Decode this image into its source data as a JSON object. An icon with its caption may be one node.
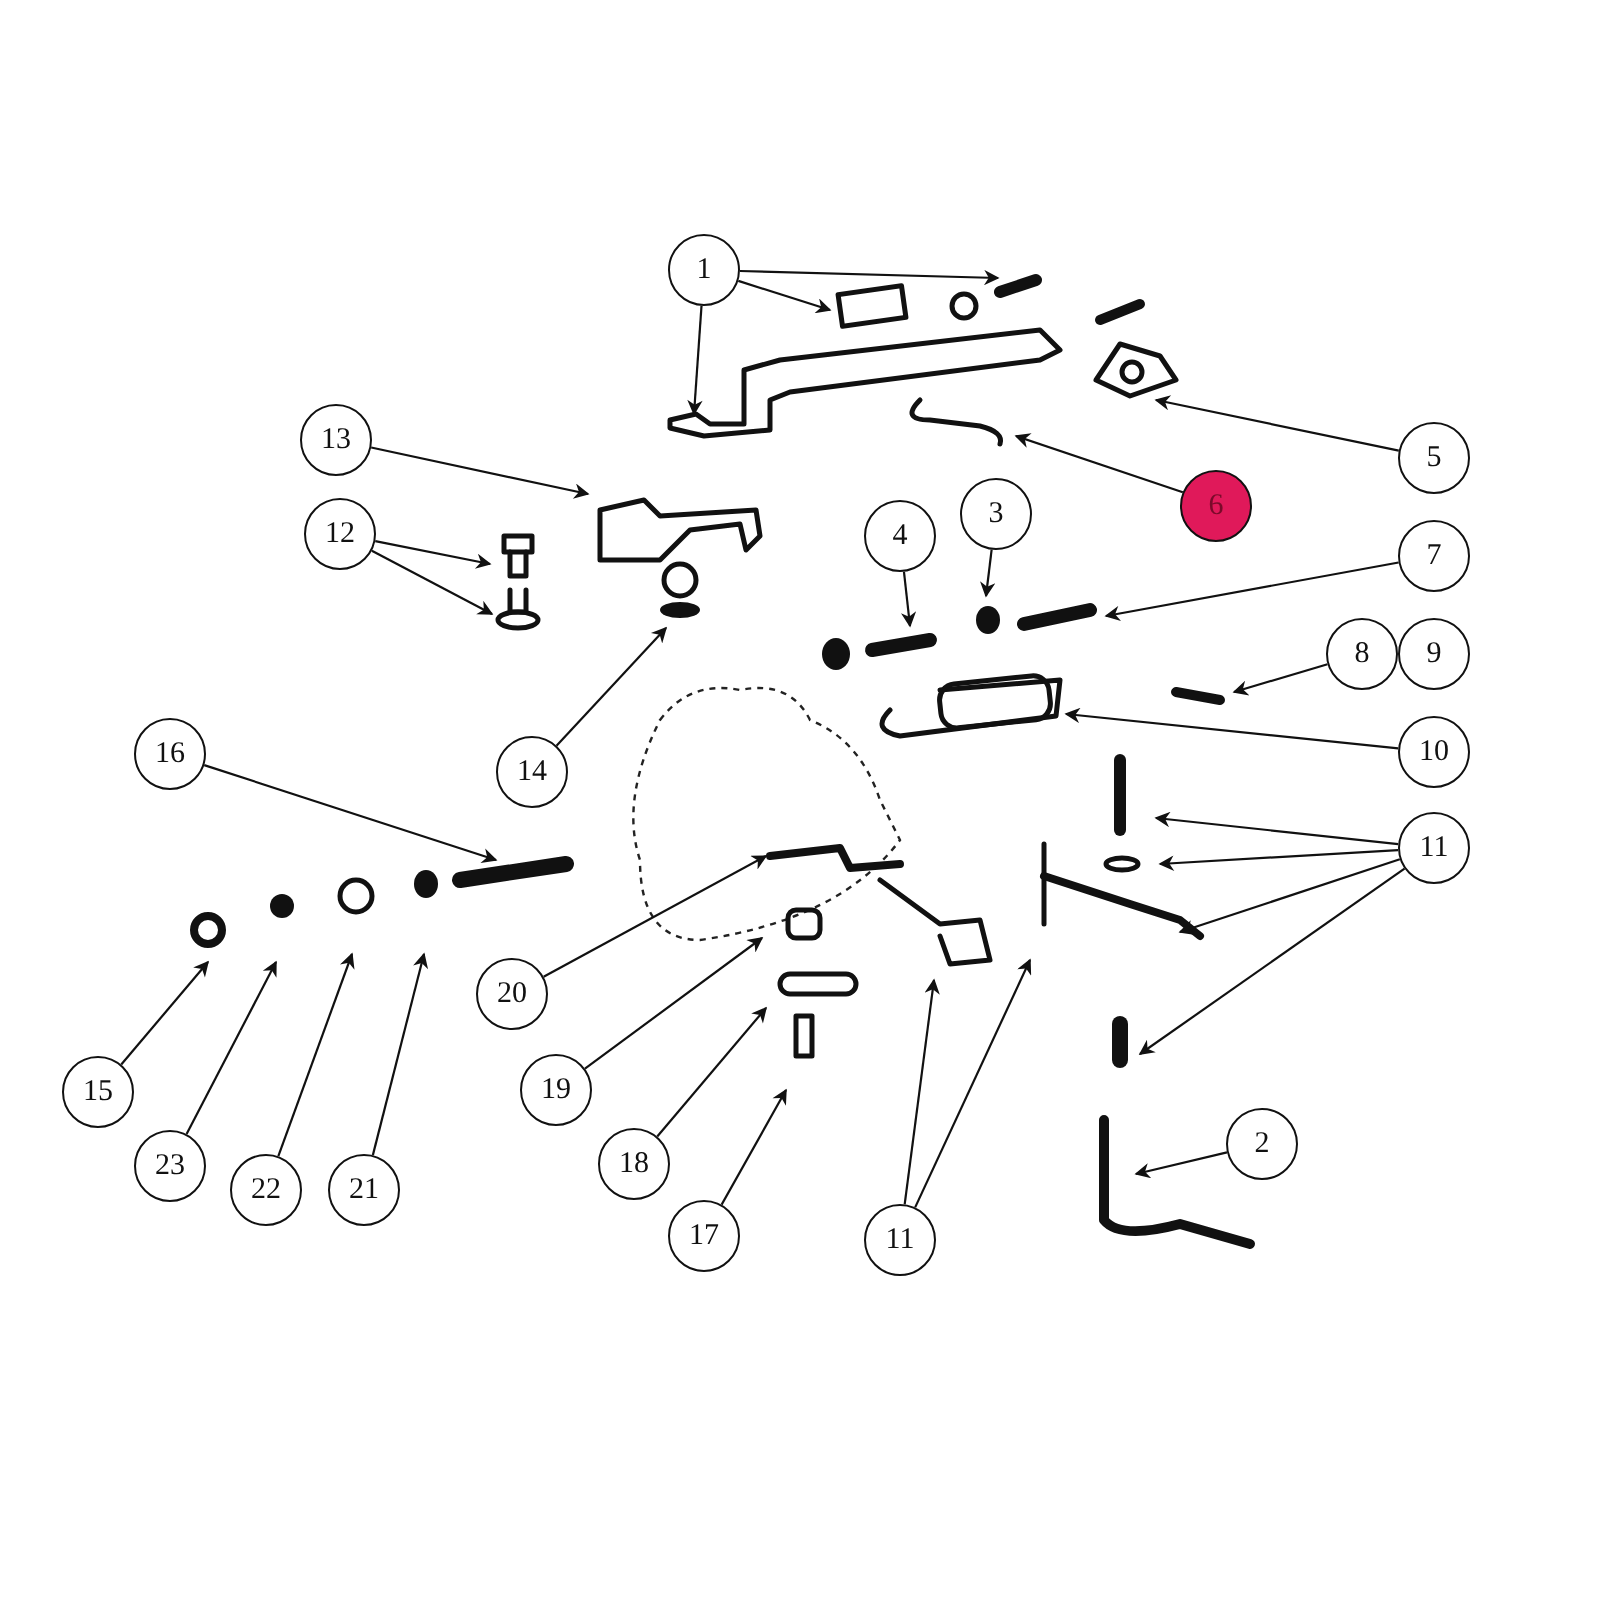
{
  "diagram": {
    "nodes": [
      {
        "text": [
          "1"
        ]
      },
      {
        "text": [
          "13"
        ]
      },
      {
        "text": [
          "12"
        ]
      },
      {
        "text": [
          "4"
        ]
      },
      {
        "text": [
          "3"
        ]
      },
      {
        "text": [
          "6"
        ]
      },
      {
        "text": [
          "5"
        ]
      },
      {
        "text": [
          "7"
        ]
      },
      {
        "text": [
          "8"
        ]
      },
      {
        "text": [
          "9"
        ]
      },
      {
        "text": [
          "10"
        ]
      },
      {
        "text": [
          "11"
        ]
      },
      {
        "text": [
          "16"
        ]
      },
      {
        "text": [
          "14"
        ]
      },
      {
        "text": [
          "20"
        ]
      },
      {
        "text": [
          "15"
        ]
      },
      {
        "text": [
          "23"
        ]
      },
      {
        "text": [
          "22"
        ]
      },
      {
        "text": [
          "21"
        ]
      },
      {
        "text": [
          "19"
        ]
      },
      {
        "text": [
          "18"
        ]
      },
      {
        "text": [
          "17"
        ]
      },
      {
        "text": [
          "11"
        ]
      },
      {
        "text": [
          "2"
        ]
      },
      {
        "text": [],
        "shape": "picture"
      }
    ],
    "edges": [
      {
        "from": 0,
        "to": null,
        "arrow": "to"
      },
      {
        "from": 0,
        "to": null,
        "arrow": "to"
      },
      {
        "from": 0,
        "to": null,
        "arrow": "to"
      },
      {
        "from": 1,
        "to": null,
        "arrow": "to"
      },
      {
        "from": 2,
        "to": null,
        "arrow": "to"
      },
      {
        "from": 2,
        "to": null,
        "arrow": "to"
      },
      {
        "from": 3,
        "to": null,
        "arrow": "to"
      },
      {
        "from": 4,
        "to": null,
        "arrow": "to"
      },
      {
        "from": 5,
        "to": 24,
        "arrow": "to"
      },
      {
        "from": 6,
        "to": null,
        "arrow": "to"
      },
      {
        "from": 7,
        "to": null,
        "arrow": "to"
      },
      {
        "from": 8,
        "to": null,
        "arrow": "to"
      },
      {
        "from": 10,
        "to": null,
        "arrow": "to"
      },
      {
        "from": 11,
        "to": null,
        "arrow": "to"
      },
      {
        "from": 11,
        "to": null,
        "arrow": "to"
      },
      {
        "from": 11,
        "to": null,
        "arrow": "to"
      },
      {
        "from": 11,
        "to": null,
        "arrow": "to"
      },
      {
        "from": 12,
        "to": null,
        "arrow": "to"
      },
      {
        "from": 13,
        "to": null,
        "arrow": "to"
      },
      {
        "from": 14,
        "to": null,
        "arrow": "to"
      },
      {
        "from": 15,
        "to": null,
        "arrow": "to"
      },
      {
        "from": 16,
        "to": null,
        "arrow": "to"
      },
      {
        "from": 17,
        "to": null,
        "arrow": "to"
      },
      {
        "from": 18,
        "to": null,
        "arrow": "to"
      },
      {
        "from": 19,
        "to": null,
        "arrow": "to"
      },
      {
        "from": 20,
        "to": null,
        "arrow": "to"
      },
      {
        "from": 21,
        "to": null,
        "arrow": "to"
      },
      {
        "from": 22,
        "to": null,
        "arrow": "to"
      },
      {
        "from": 22,
        "to": null,
        "arrow": "to"
      },
      {
        "from": 23,
        "to": null,
        "arrow": "to"
      }
    ]
  }
}
